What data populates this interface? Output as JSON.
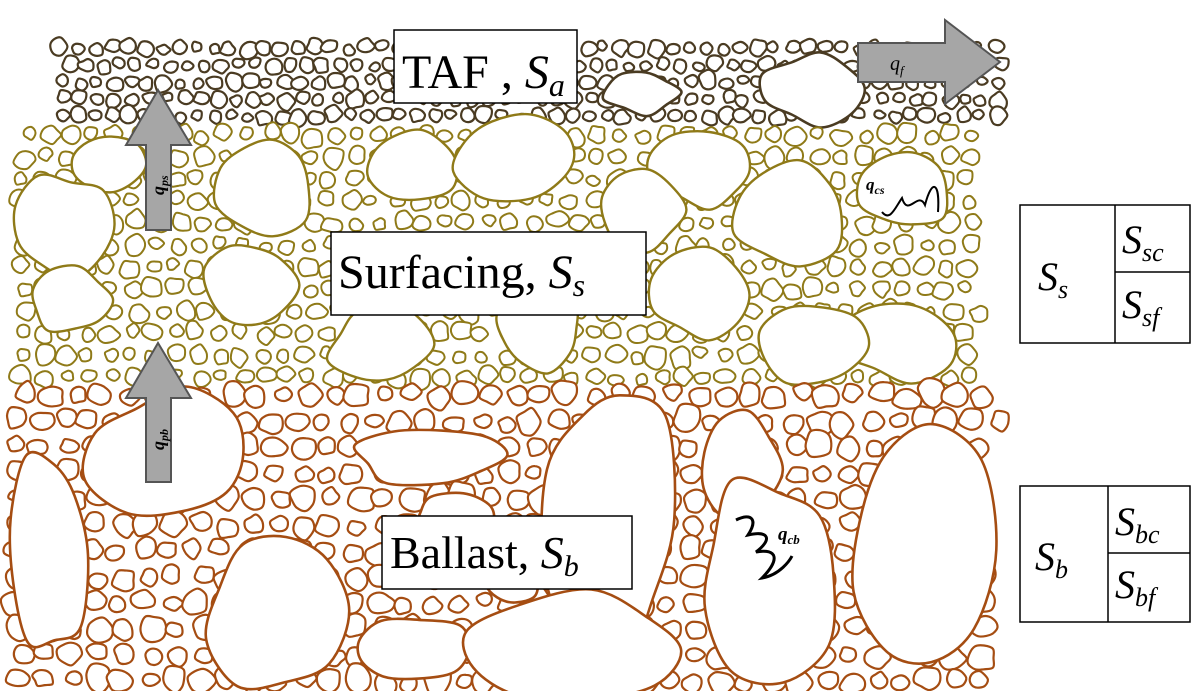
{
  "layers": {
    "taf": {
      "name": "TAF",
      "symbol": "S",
      "sub": "a",
      "color": "#4a3b22"
    },
    "surfacing": {
      "name": "Surfacing",
      "symbol": "S",
      "sub": "s",
      "color": "#8f7a18"
    },
    "ballast": {
      "name": "Ballast",
      "symbol": "S",
      "sub": "b",
      "color": "#a54d12"
    }
  },
  "flows": {
    "q_f": {
      "symbol": "q",
      "sub": "f"
    },
    "q_ps": {
      "symbol": "q",
      "sub": "ps"
    },
    "q_pb": {
      "symbol": "q",
      "sub": "pb"
    },
    "q_cs": {
      "symbol": "q",
      "sub": "cs"
    },
    "q_cb": {
      "symbol": "q",
      "sub": "cb"
    }
  },
  "legend_surfacing": {
    "main": "S",
    "main_sub": "s",
    "top": "S",
    "top_sub": "sc",
    "bottom": "S",
    "bottom_sub": "sf"
  },
  "legend_ballast": {
    "main": "S",
    "main_sub": "b",
    "top": "S",
    "top_sub": "bc",
    "bottom": "S",
    "bottom_sub": "bf"
  },
  "colors": {
    "arrow_fill": "#a6a6a6",
    "arrow_stroke": "#555555"
  }
}
